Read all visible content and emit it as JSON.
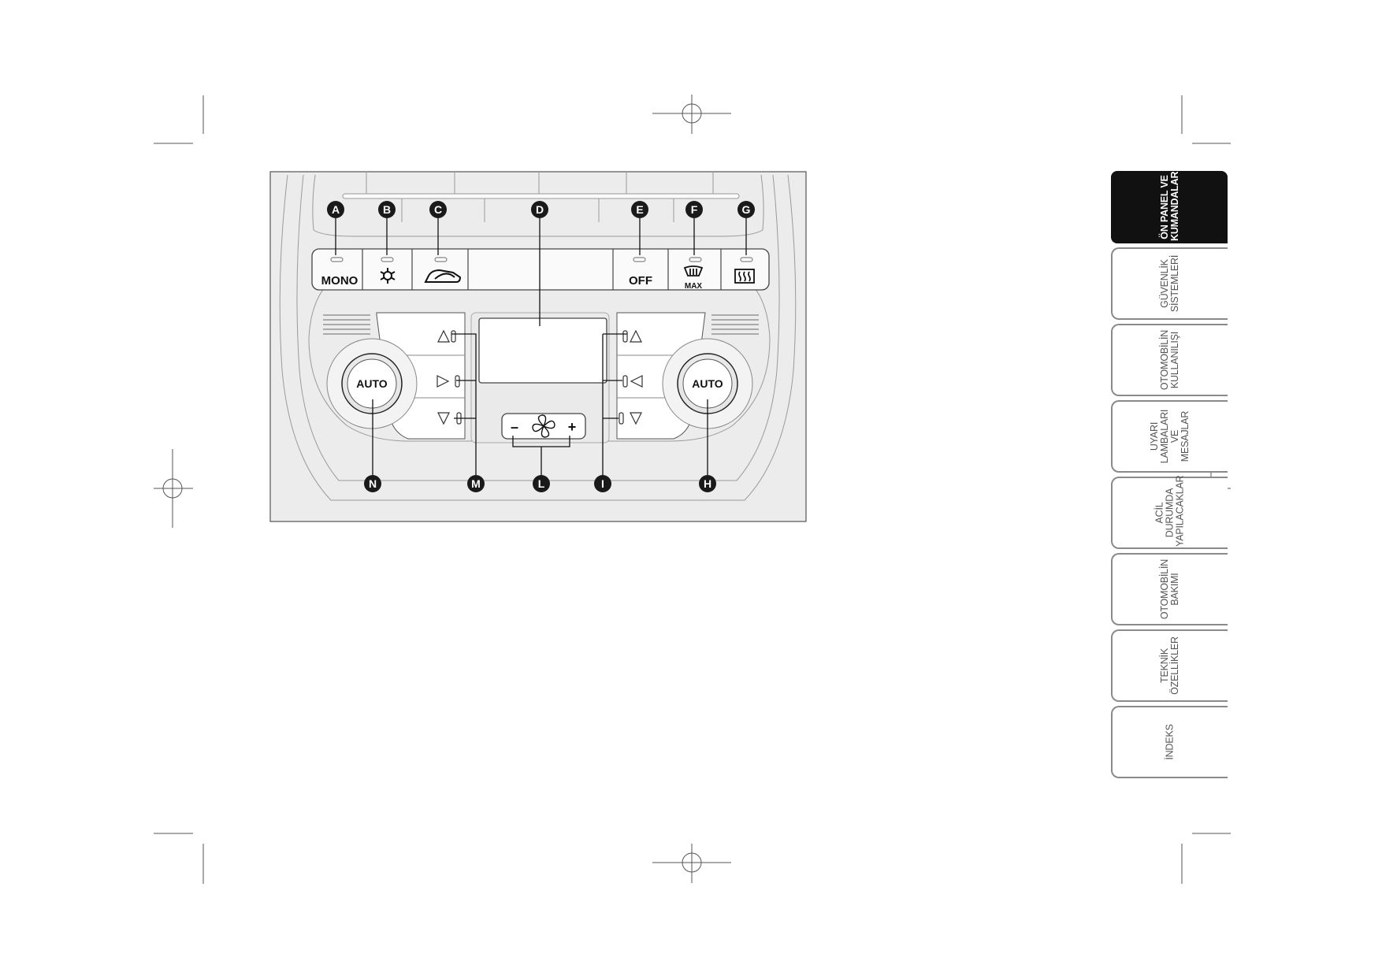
{
  "figure": {
    "callouts": [
      "A",
      "B",
      "C",
      "D",
      "E",
      "F",
      "G",
      "H",
      "I",
      "L",
      "M",
      "N"
    ],
    "buttons": {
      "mono": "MONO",
      "off": "OFF",
      "max": "MAX",
      "auto_left": "AUTO",
      "auto_right": "AUTO",
      "fan_minus": "–",
      "fan_plus": "+"
    },
    "icons": [
      "snowflake-icon",
      "recirculation-car-icon",
      "windscreen-defrost-icon",
      "rear-window-heater-icon",
      "fan-icon",
      "vent-up-icon",
      "vent-center-icon",
      "vent-down-icon"
    ]
  },
  "sidebar": {
    "tabs": [
      {
        "line1": "ÖN PANEL VE",
        "line2": "KUMANDALAR",
        "active": true
      },
      {
        "line1": "GÜVENLİK",
        "line2": "SİSTEMLERİ"
      },
      {
        "line1": "OTOMOBİLİN",
        "line2": "KULLANILIŞI"
      },
      {
        "line1": "UYARI",
        "line2": "LAMBALARI VE",
        "line3": "MESAJLAR"
      },
      {
        "line1": "ACİL DURUMDA",
        "line2": "YAPILACAKLAR"
      },
      {
        "line1": "OTOMOBİLİN",
        "line2": "BAKIMI"
      },
      {
        "line1": "TEKNİK",
        "line2": "ÖZELLİKLER"
      },
      {
        "line1": "İNDEKS"
      }
    ]
  },
  "colors": {
    "panel": "#ededed",
    "line": "#9a9a9a",
    "callout": "#1a1a1a",
    "active_tab": "#111111"
  }
}
